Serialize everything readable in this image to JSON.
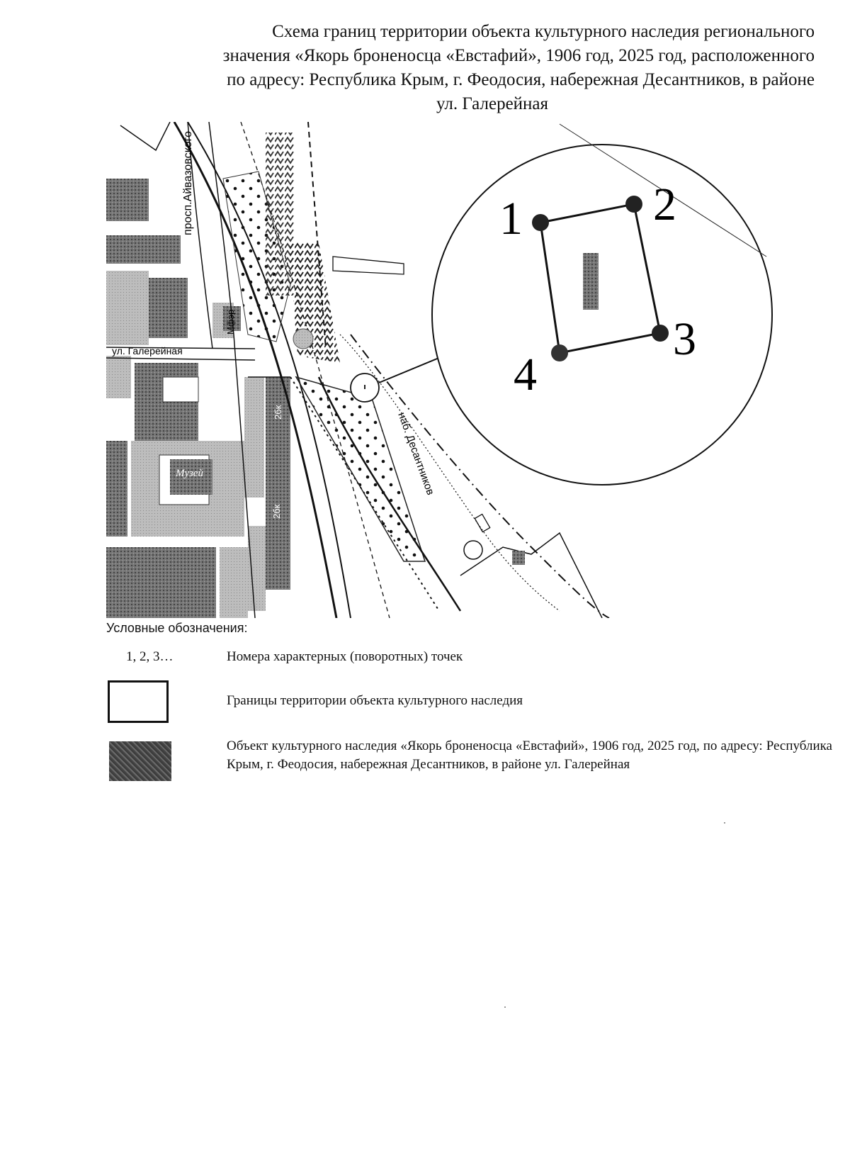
{
  "title": {
    "line1": "Схема границ территории объекта культурного наследия регионального",
    "line2": "значения «Якорь броненосца «Евстафий», 1906 год, 2025 год, расположенного",
    "line3": "по адресу: Республика Крым, г. Феодосия, набережная Десантников, в районе",
    "line4": "ул. Галерейная"
  },
  "map": {
    "street_labels": {
      "aivazovsky": "просп.Айвазовского",
      "galereinaya": "ул. Галерейная",
      "desantnikov": "наб. Десантников"
    },
    "building_labels": {
      "museum": "Музей",
      "label_a": "Мфэр",
      "label_b": "2бк",
      "label_c": "2бк"
    },
    "points": [
      "1",
      "2",
      "3",
      "4"
    ]
  },
  "legend": {
    "heading": "Условные обозначения:",
    "points_key": "1, 2, 3…",
    "points_desc": "Номера характерных (поворотных) точек",
    "boundary_desc": "Границы территории объекта культурного наследия",
    "object_desc": "Объект культурного наследия «Якорь броненосца «Евстафий», 1906 год, 2025 год, по адресу: Республика Крым, г. Феодосия, набережная Десантников, в районе ул. Галерейная"
  }
}
